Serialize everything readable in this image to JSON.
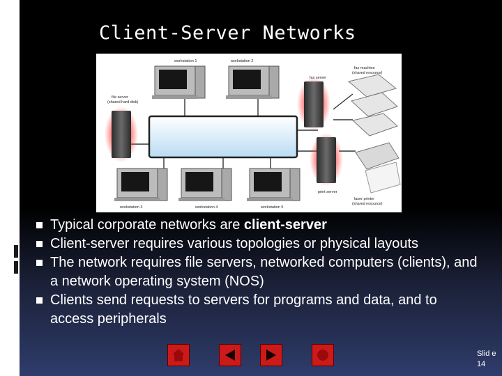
{
  "slide": {
    "title": "Client-Server Networks",
    "slide_number": "Slid e 14"
  },
  "diagram": {
    "labels": {
      "workstation_1": "workstation 1",
      "workstation_2": "workstation 2",
      "workstation_3": "workstation 3",
      "workstation_4": "workstation 4",
      "workstation_5": "workstation 5",
      "file_server": "file server",
      "file_server_sub": "(shared hard disk)",
      "fax_server": "fax server",
      "fax_machine": "fax machine",
      "fax_machine_sub": "(shared resource)",
      "print_server": "print server",
      "laser_printer": "laser printer",
      "laser_printer_sub": "(shared resource)"
    }
  },
  "bullets": [
    {
      "text": "Typical corporate networks are ",
      "bold": "client-server"
    },
    {
      "text": "Client-server requires various topologies or physical layouts",
      "bold": ""
    },
    {
      "text": "The network requires file servers, networked computers (clients), and a network operating system (NOS)",
      "bold": ""
    },
    {
      "text": "Clients send requests to servers for programs and data, and to access peripherals",
      "bold": ""
    }
  ],
  "nav": {
    "home_icon": "home-icon",
    "prev_icon": "triangle-left-icon",
    "next_icon": "triangle-right-icon",
    "end_icon": "circle-icon",
    "button_color": "#cc1a1a"
  }
}
